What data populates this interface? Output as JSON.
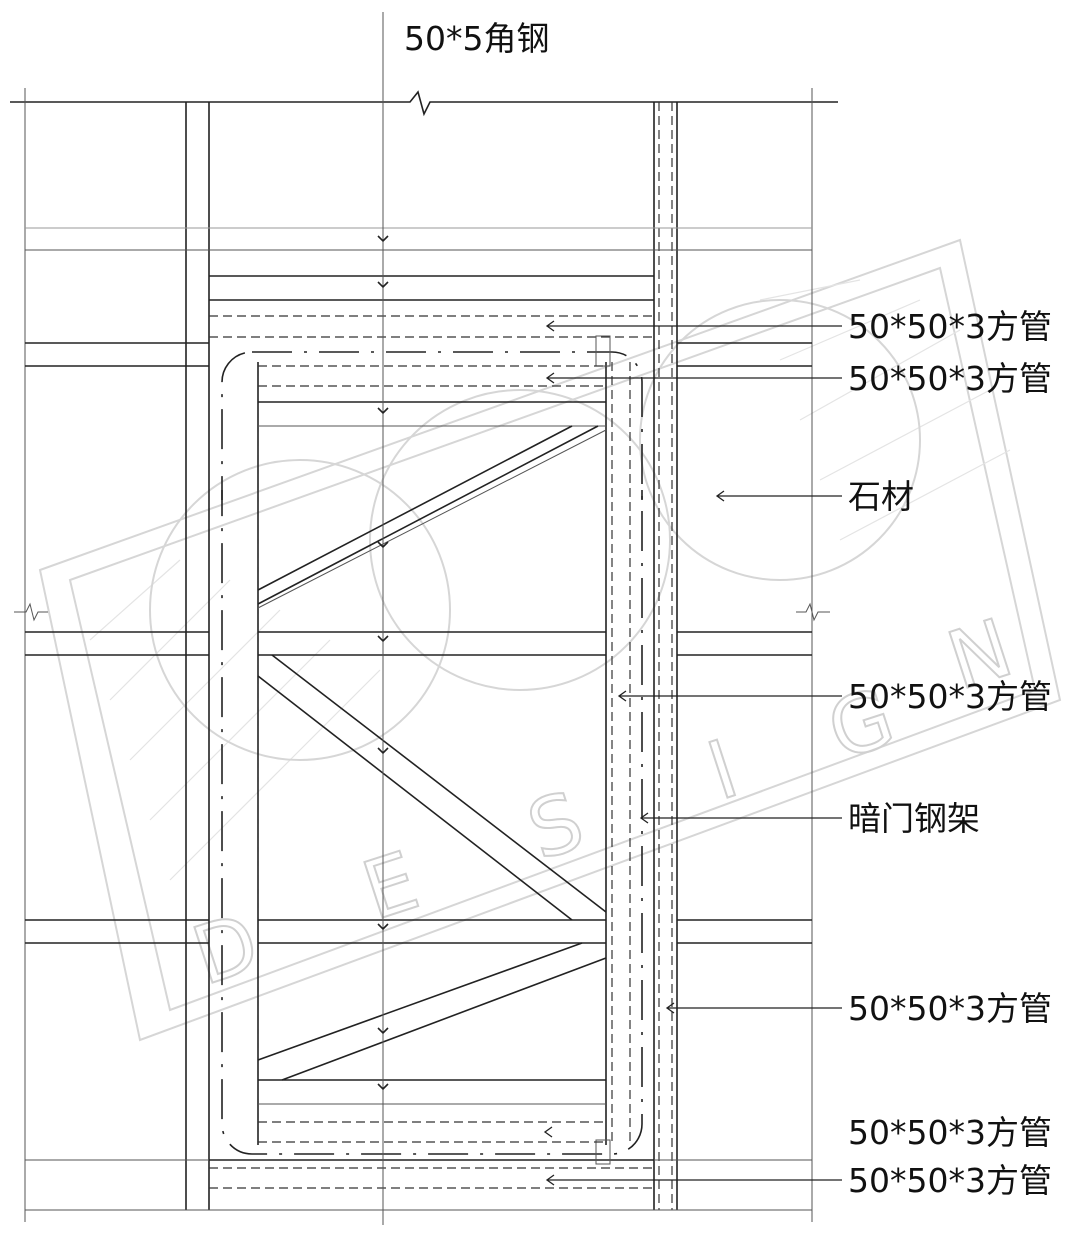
{
  "labels": {
    "angle_steel": "50*5角钢",
    "tube_1": "50*50*3方管",
    "tube_2": "50*50*3方管",
    "stone": "石材",
    "tube_3": "50*50*3方管",
    "hidden_door_frame": "暗门钢架",
    "tube_4": "50*50*3方管",
    "tube_5": "50*50*3方管",
    "tube_6": "50*50*3方管"
  },
  "watermark": {
    "letters": [
      "D",
      "E",
      "S",
      "I",
      "G",
      "N"
    ]
  }
}
